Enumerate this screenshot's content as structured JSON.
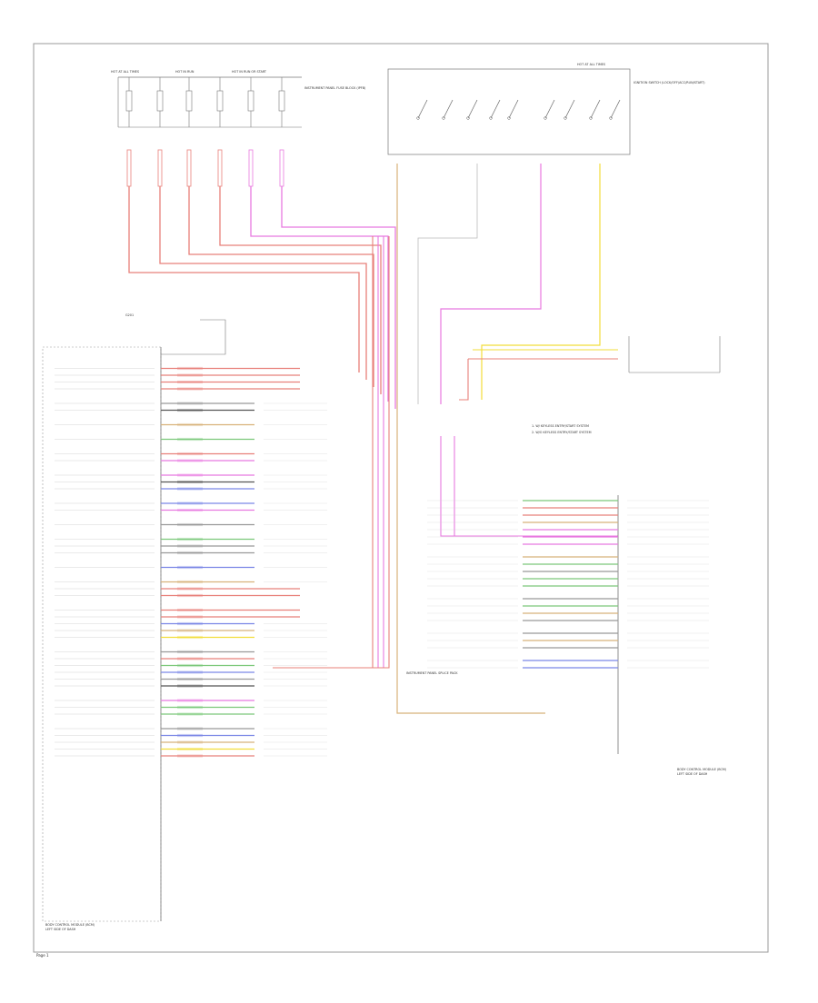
{
  "page": {
    "border_color": "#888888",
    "corner_label": "Page 1"
  },
  "fuse_block": {
    "labels": [
      "HOT AT ALL TIMES",
      "HOT IN RUN",
      "HOT IN RUN OR START"
    ],
    "description": "INSTRUMENT PANEL FUSE BLOCK (IPFB)"
  },
  "switch_block": {
    "top_label": "HOT AT ALL TIMES",
    "description": "IGNITION SWITCH (LOCK/OFF/ACC/RUN/START)"
  },
  "left_module": {
    "name": "BODY CONTROL MODULE (BCM)",
    "subtitle": "LEFT SIDE OF DASH",
    "ground_label": "G201"
  },
  "right_module": {
    "name": "BODY CONTROL MODULE (BCM)",
    "subtitle": "LEFT SIDE OF DASH"
  },
  "junction_label": "INSTRUMENT PANEL SPLICE PACK",
  "notes": [
    "1. W/ KEYLESS ENTRY/START SYSTEM",
    "2. W/O KEYLESS ENTRY/START SYSTEM"
  ],
  "colors": {
    "red": "#e8807a",
    "pink": "#e879e0",
    "yellow": "#f2dd3a",
    "green": "#7cc87a",
    "blue": "#7a86e6",
    "tan": "#d8b27a",
    "gray": "#999999",
    "black": "#555555"
  }
}
